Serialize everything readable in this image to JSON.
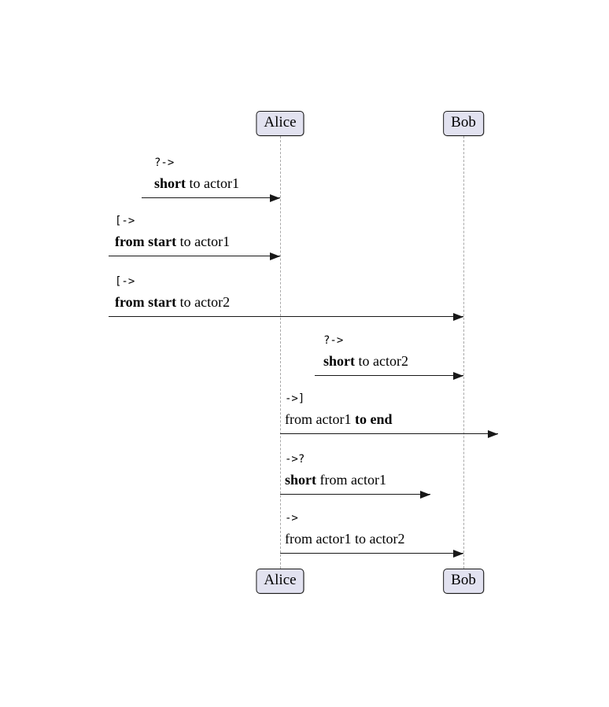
{
  "diagram": {
    "type": "sequence-diagram",
    "colors": {
      "actor_fill": "#E2E2F0",
      "actor_border": "#181818",
      "lifeline": "#A8A8A8",
      "arrow": "#181818",
      "text": "#000000",
      "background": "#FFFFFF"
    },
    "actors": [
      {
        "name": "Alice"
      },
      {
        "name": "Bob"
      }
    ],
    "messages": [
      {
        "code": "?->",
        "label": {
          "pre": "",
          "bold": "short",
          "post": " to actor1"
        },
        "from": "short-left",
        "to": "Alice"
      },
      {
        "code": "[->",
        "label": {
          "pre": "",
          "bold": "from start",
          "post": " to actor1"
        },
        "from": "diagram-left-edge",
        "to": "Alice"
      },
      {
        "code": "[->",
        "label": {
          "pre": "",
          "bold": "from start",
          "post": " to actor2"
        },
        "from": "diagram-left-edge",
        "to": "Bob"
      },
      {
        "code": "?->",
        "label": {
          "pre": "",
          "bold": "short",
          "post": " to actor2"
        },
        "from": "short-left",
        "to": "Bob"
      },
      {
        "code": "->]",
        "label": {
          "pre": "from actor1 ",
          "bold": "to end",
          "post": ""
        },
        "from": "Alice",
        "to": "diagram-right-edge"
      },
      {
        "code": "->?",
        "label": {
          "pre": "",
          "bold": "short",
          "post": " from actor1"
        },
        "from": "Alice",
        "to": "short-right"
      },
      {
        "code": "->",
        "label": {
          "pre": "from actor1 to actor2",
          "bold": "",
          "post": ""
        },
        "from": "Alice",
        "to": "Bob"
      }
    ]
  }
}
